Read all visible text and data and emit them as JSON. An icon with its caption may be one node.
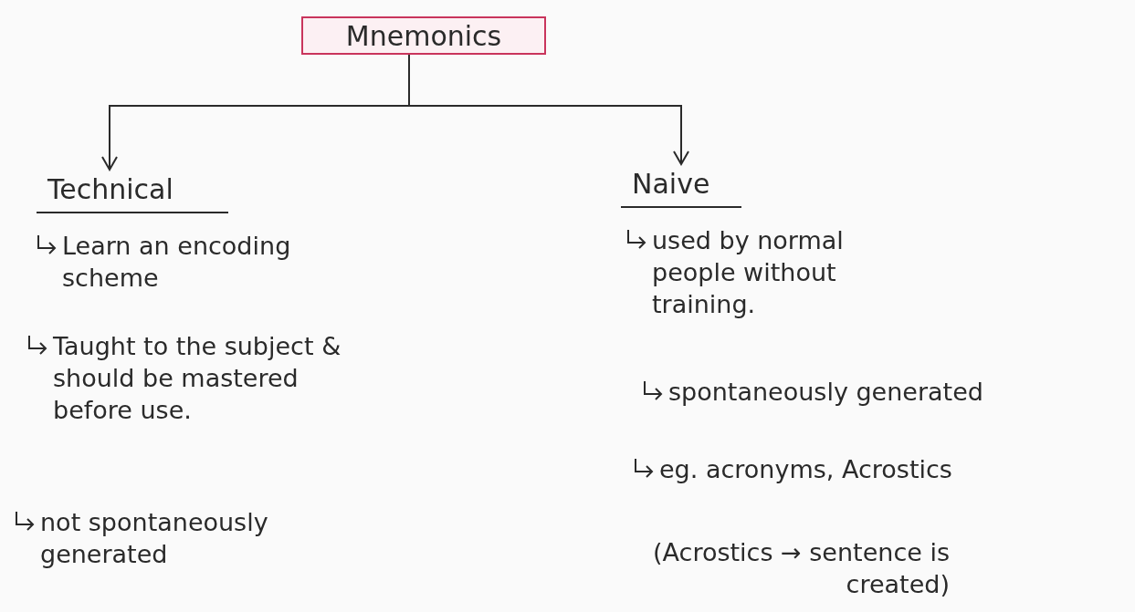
{
  "diagram": {
    "nodes": [
      {
        "text": [
          "Mnemonics"
        ]
      },
      {
        "text": [
          "Technical"
        ]
      },
      {
        "text": [
          "Naive"
        ]
      }
    ],
    "edges": [
      {
        "from": 0,
        "to": 1,
        "arrow": "to"
      },
      {
        "from": 0,
        "to": 2,
        "arrow": "to"
      }
    ],
    "labels": [
      "Learn an encoding scheme",
      "Taught to the subject & should be mastered before use.",
      "not spontaneously generated",
      "used by normal people without training.",
      "spontaneously generated",
      "eg. acronyms, Acrostics",
      "(Acrostics → sentence is created)"
    ]
  }
}
